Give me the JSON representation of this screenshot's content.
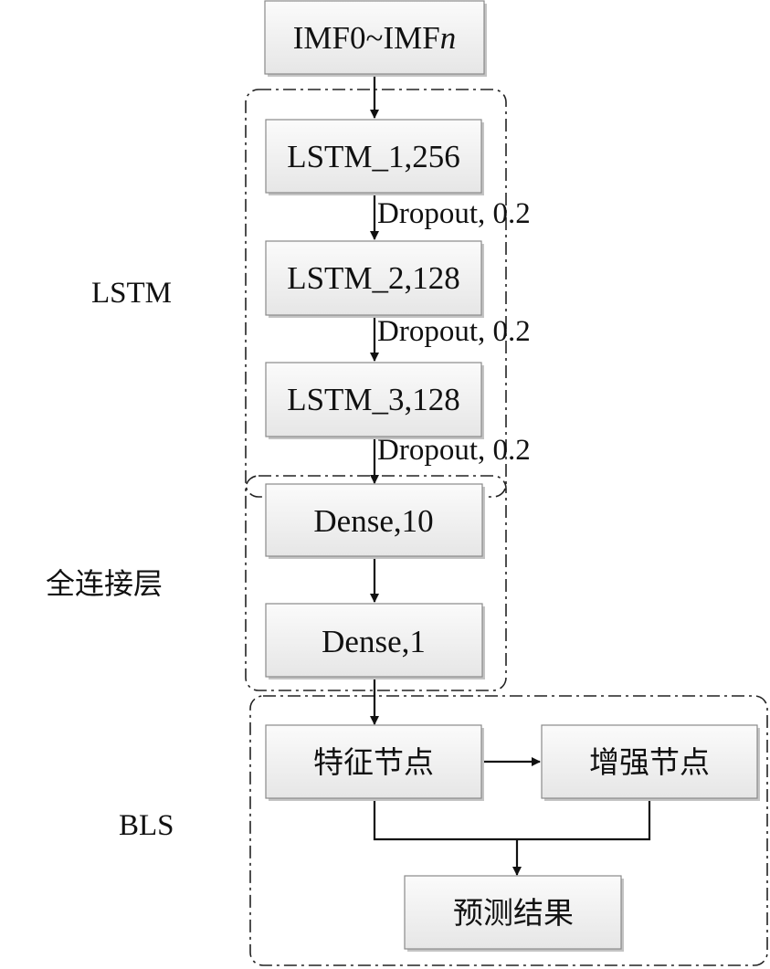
{
  "nodes": {
    "input": {
      "label_main": "IMF0~IMF",
      "label_italic": "n"
    },
    "lstm1": "LSTM_1,256",
    "lstm2": "LSTM_2,128",
    "lstm3": "LSTM_3,128",
    "dense1": "Dense,10",
    "dense2": "Dense,1",
    "feature": "特征节点",
    "enhance": "增强节点",
    "result": "预测结果"
  },
  "edge_labels": [
    "Dropout, 0.2",
    "Dropout, 0.2",
    "Dropout, 0.2"
  ],
  "groups": {
    "lstm": "LSTM",
    "fc": "全连接层",
    "bls": "BLS"
  }
}
